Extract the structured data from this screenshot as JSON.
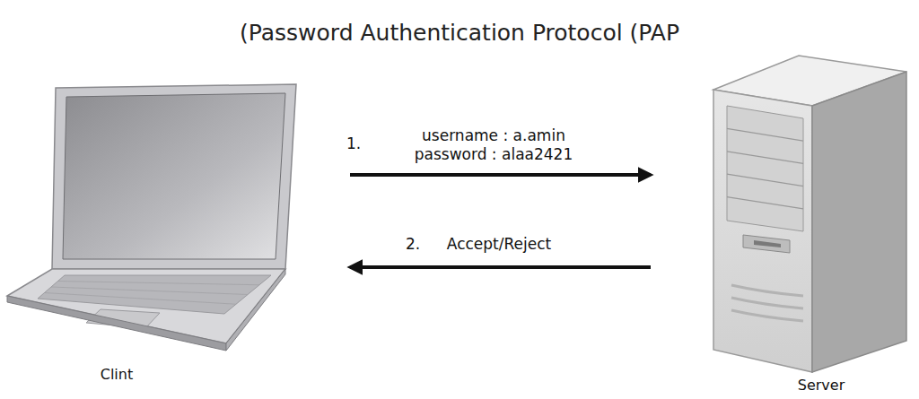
{
  "diagram": {
    "title": "(Password Authentication Protocol (PAP",
    "nodes": [
      {
        "text": [
          "Clint"
        ]
      },
      {
        "text": [
          "Server"
        ]
      }
    ],
    "edges": [
      {
        "from": 0,
        "to": 1,
        "arrow": "to",
        "label": "username : a.amin password : alaa2421"
      },
      {
        "from": 1,
        "to": 0,
        "arrow": "to",
        "label": "Accept/Reject"
      }
    ],
    "labels": [
      "1.",
      "2."
    ]
  }
}
